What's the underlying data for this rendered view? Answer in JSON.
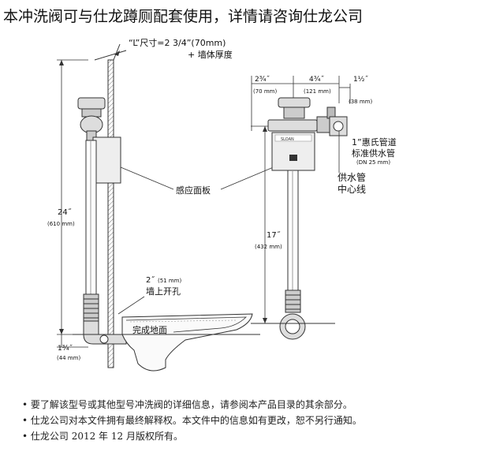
{
  "title": "本冲洗阀可与仕龙蹲厕配套使用，详情请咨询仕龙公司",
  "labels": {
    "l_dim_line1": "“L”尺寸=2 3/4”(70mm)",
    "l_dim_line2": "+ 墙体厚度",
    "sensor_panel": "感应面板",
    "dim_24": "24˝",
    "dim_24_mm": "(610 mm)",
    "dim_2": "2˝",
    "dim_2_mm": "(51 mm)",
    "wall_opening": "墙上开孔",
    "finished_floor": "完成地面",
    "dim_1_75": "1¾˝",
    "dim_1_75_mm": "(44 mm)",
    "dim_2_75": "2¾˝",
    "dim_2_75_mm": "(70 mm)",
    "dim_4_75": "4¾˝",
    "dim_4_75_mm": "(121 mm)",
    "dim_1_5": "1½˝",
    "dim_1_5_mm": "(38 mm)",
    "supply_pipe_line1": "1”惠氏管道",
    "supply_pipe_line2": "标准供水管",
    "supply_pipe_line3": "(DN 25 mm)",
    "supply_center_line1": "供水管",
    "supply_center_line2": "中心线",
    "dim_17": "17˝",
    "dim_17_mm": "(432 mm)",
    "brand_on_box": "SLOAN"
  },
  "notes": [
    "• 要了解该型号或其他型号冲洗阀的详细信息，请参阅本产品目录的其余部分。",
    "• 仕龙公司对本文件拥有最终解释权。本文件中的信息如有更改，恕不另行通知。",
    "• 仕龙公司 2012 年 12 月版权所有。"
  ]
}
